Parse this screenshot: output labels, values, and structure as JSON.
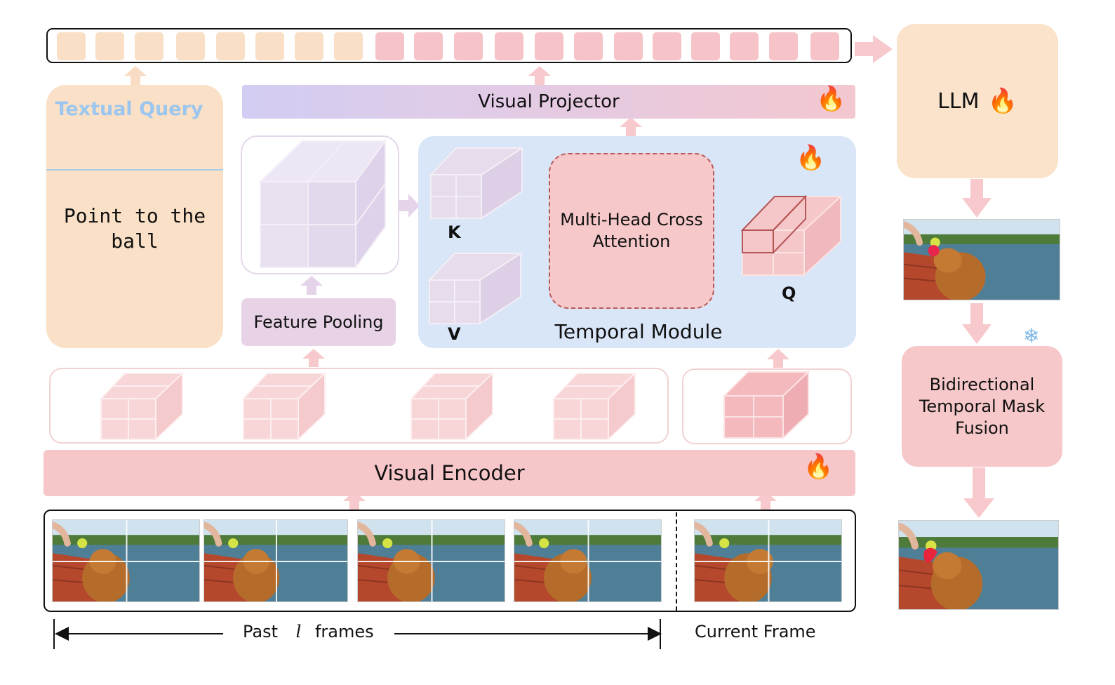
{
  "textual_query": {
    "title": "Textual Query",
    "text": "Point to the ball"
  },
  "tokens": {
    "text_count": 8,
    "visual_count": 12
  },
  "blocks": {
    "visual_projector": "Visual Projector",
    "feature_pooling": "Feature Pooling",
    "temporal_module": "Temporal Module",
    "cross_attention": "Multi-Head Cross Attention",
    "visual_encoder": "Visual Encoder",
    "llm": "LLM",
    "fusion": "Bidirectional Temporal Mask Fusion"
  },
  "attention_inputs": {
    "k": "K",
    "v": "V",
    "q": "Q"
  },
  "captions": {
    "past_prefix": "Past",
    "past_var": "l",
    "past_suffix": "frames",
    "current": "Current Frame"
  },
  "icons": {
    "trainable": "fire-icon",
    "frozen": "snowflake-icon"
  },
  "colors": {
    "text_token": "#f8dfc5",
    "visual_token": "#f6c4c8",
    "llm": "#fbe3cb",
    "encoder": "#f6c6c9",
    "temporal_panel": "#d9e6f8",
    "query_title": "#9cc6ee",
    "mask": "#e8253a"
  }
}
